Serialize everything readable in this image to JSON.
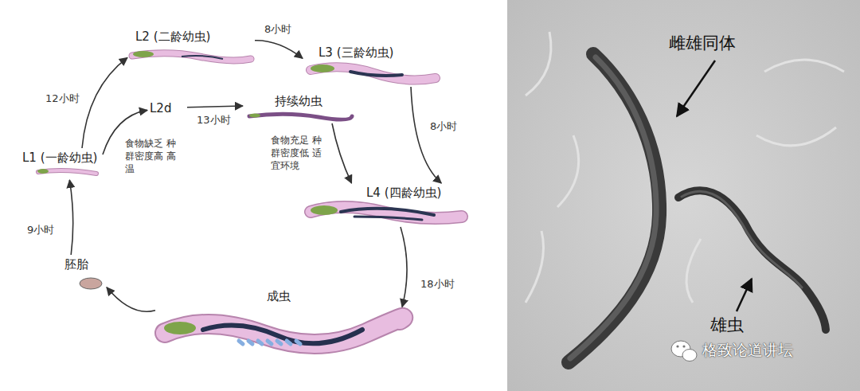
{
  "diagram": {
    "nodes": [
      {
        "text": [
          "L2 (二龄幼虫)"
        ]
      },
      {
        "text": [
          "L3 (三龄幼虫)"
        ]
      },
      {
        "text": [
          "L1 (一龄幼虫)"
        ]
      },
      {
        "text": [
          "L2d"
        ]
      },
      {
        "text": [
          "持续幼虫"
        ]
      },
      {
        "text": [
          "L4 (四龄幼虫)"
        ]
      },
      {
        "text": [
          "胚胎"
        ]
      },
      {
        "text": [
          "成虫"
        ]
      }
    ],
    "edges": [
      {
        "from": 2,
        "to": 0,
        "label": "12小时",
        "arrow": "to"
      },
      {
        "from": 0,
        "to": 1,
        "label": "8小时",
        "arrow": "to"
      },
      {
        "from": 2,
        "to": 3,
        "label": "食物缺乏 种群密度高 高温",
        "arrow": "to"
      },
      {
        "from": 3,
        "to": 4,
        "label": "13小时",
        "arrow": "to"
      },
      {
        "from": 1,
        "to": 5,
        "label": "8小时",
        "arrow": "to"
      },
      {
        "from": 4,
        "to": 5,
        "label": "食物充足 种群密度低 适宜环境",
        "arrow": "to"
      },
      {
        "from": 5,
        "to": 7,
        "label": "18小时",
        "arrow": "to"
      },
      {
        "from": 7,
        "to": 6,
        "arrow": "to"
      },
      {
        "from": 6,
        "to": 2,
        "label": "9小时",
        "arrow": "to"
      }
    ],
    "labels": [
      "雌雄同体",
      "雄虫",
      "格致论道讲坛"
    ]
  }
}
